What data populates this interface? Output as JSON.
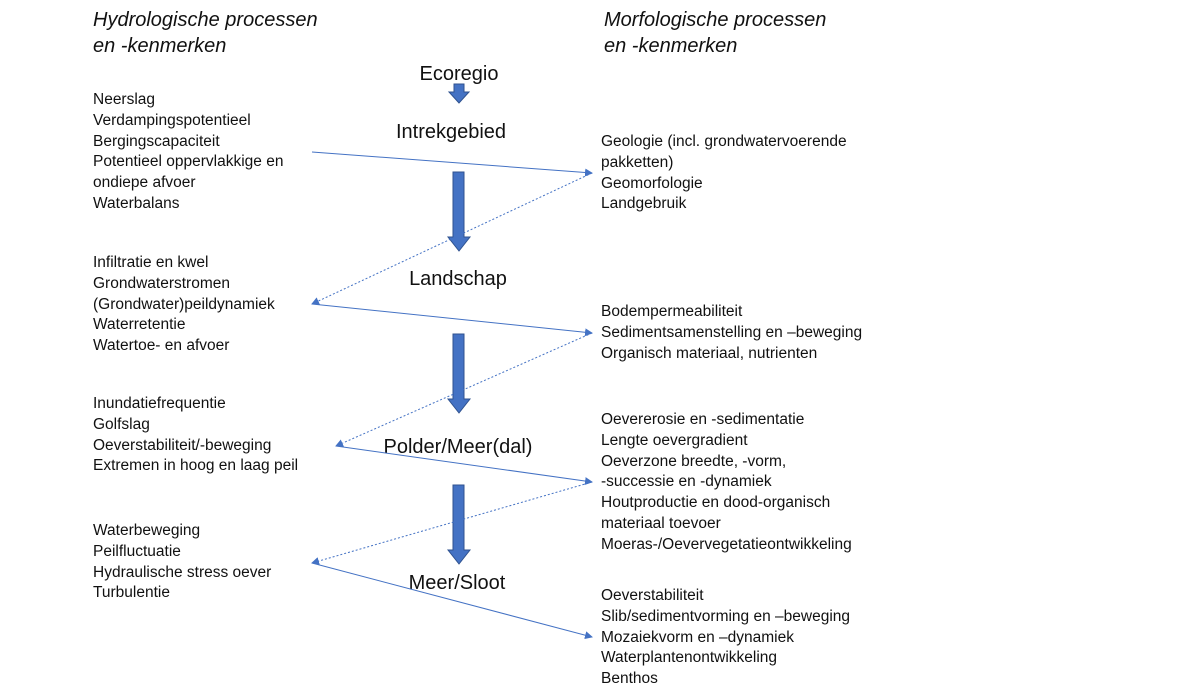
{
  "headings": {
    "left": "Hydrologische processen\nen -kenmerken",
    "right": "Morfologische processen\nen -kenmerken"
  },
  "levels": [
    "Ecoregio",
    "Intrekgebied",
    "Landschap",
    "Polder/Meer(dal)",
    "Meer/Sloot"
  ],
  "hydro_groups": [
    [
      "Neerslag",
      "Verdampingspotentieel",
      "Bergingscapaciteit",
      "Potentieel oppervlakkige en",
      "ondiepe afvoer",
      "Waterbalans"
    ],
    [
      "Infiltratie en kwel",
      "Grondwaterstromen",
      "(Grondwater)peildynamiek",
      "Waterretentie",
      "Watertoe- en afvoer"
    ],
    [
      "Inundatiefrequentie",
      "Golfslag",
      "Oeverstabiliteit/-beweging",
      "Extremen in hoog en laag peil"
    ],
    [
      "Waterbeweging",
      "Peilfluctuatie",
      "Hydraulische stress oever",
      "Turbulentie"
    ]
  ],
  "morpho_groups": [
    [
      "Geologie (incl. grondwatervoerende",
      "pakketten)",
      "Geomorfologie",
      "Landgebruik"
    ],
    [
      "Bodempermeabiliteit",
      "Sedimentsamenstelling en –beweging",
      "Organisch materiaal, nutrienten"
    ],
    [
      "Oevererosie en -sedimentatie",
      "Lengte oevergradient",
      "Oeverzone breedte, -vorm,",
      "-successie en -dynamiek",
      "Houtproductie en dood-organisch",
      "materiaal toevoer",
      "Moeras-/Oevervegetatieontwikkeling"
    ],
    [
      "Oeverstabiliteit",
      "Slib/sedimentvorming en –beweging",
      "Mozaiekvorm en –dynamiek",
      "Waterplantenontwikkeling",
      "Benthos"
    ]
  ],
  "colors": {
    "arrow_fill": "#4472c4",
    "arrow_stroke": "#2f528f",
    "connector": "#4472c4",
    "text": "#111111"
  }
}
